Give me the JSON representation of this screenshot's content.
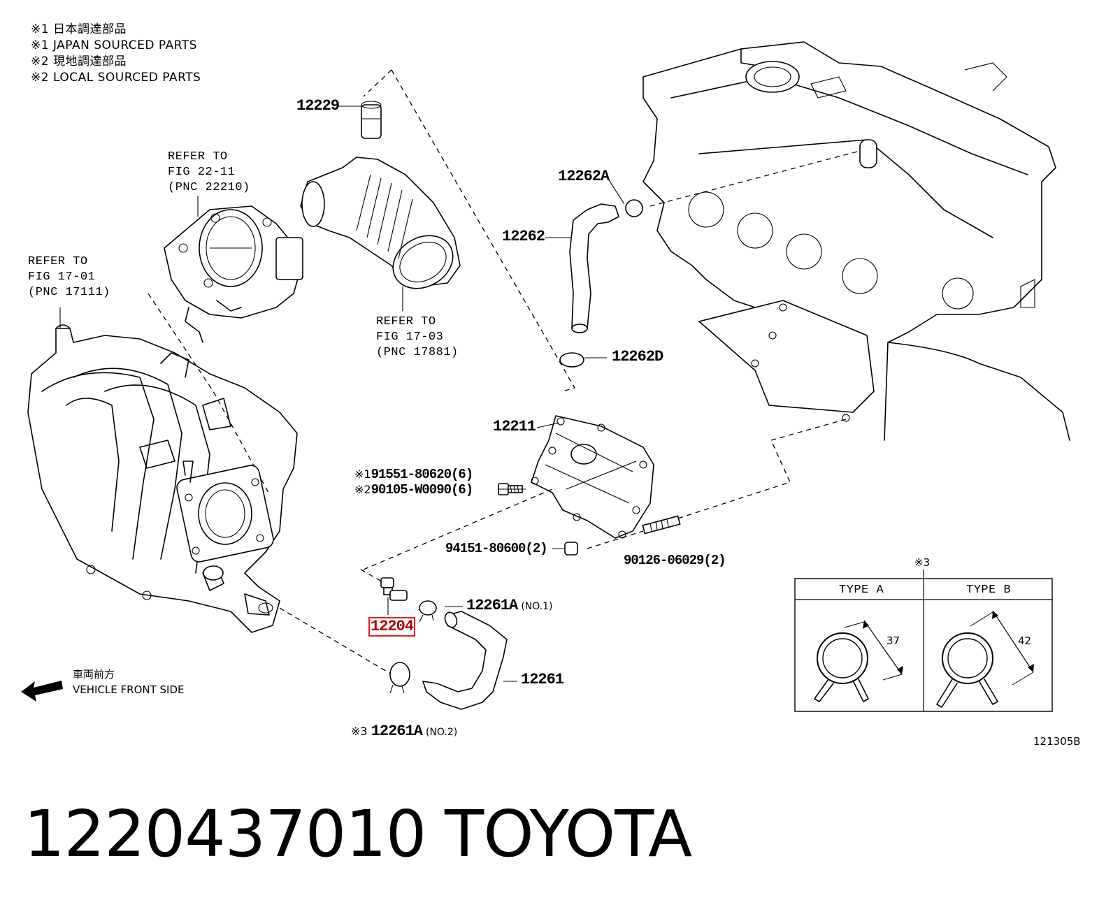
{
  "notes": [
    "※1 日本調達部品",
    "※1 JAPAN SOURCED PARTS",
    "※2 現地調達部品",
    "※2 LOCAL SOURCED PARTS"
  ],
  "refs": {
    "throttle": "REFER TO\nFIG 22-11\n(PNC 22210)",
    "manifold": "REFER TO\nFIG 17-01\n(PNC 17111)",
    "intake": "REFER TO\nFIG 17-03\n(PNC 17881)"
  },
  "parts": {
    "p12229": "12229",
    "p12262A": "12262A",
    "p12262": "12262",
    "p12262D": "12262D",
    "p12211": "12211",
    "bolt1_mark": "※1",
    "bolt1": "91551-80620(6)",
    "bolt2_mark": "※2",
    "bolt2": "90105-W0090(6)",
    "nut": "94151-80600(2)",
    "stud": "90126-06029(2)",
    "p12204": "12204",
    "p12261A_1": "12261A",
    "p12261A_1_sub": "(NO.1)",
    "p12261": "12261",
    "p12261A_2_mark": "※3",
    "p12261A_2": "12261A",
    "p12261A_2_sub": "(NO.2)"
  },
  "direction": {
    "jp": "車両前方",
    "en": "VEHICLE FRONT SIDE"
  },
  "clamp_table": {
    "mark": "※3",
    "type_a": "TYPE A",
    "type_b": "TYPE B",
    "dim_a": "37",
    "dim_b": "42"
  },
  "diagram_id": "121305B",
  "footer": {
    "part_number": "1220437010",
    "brand": "TOYOTA"
  }
}
